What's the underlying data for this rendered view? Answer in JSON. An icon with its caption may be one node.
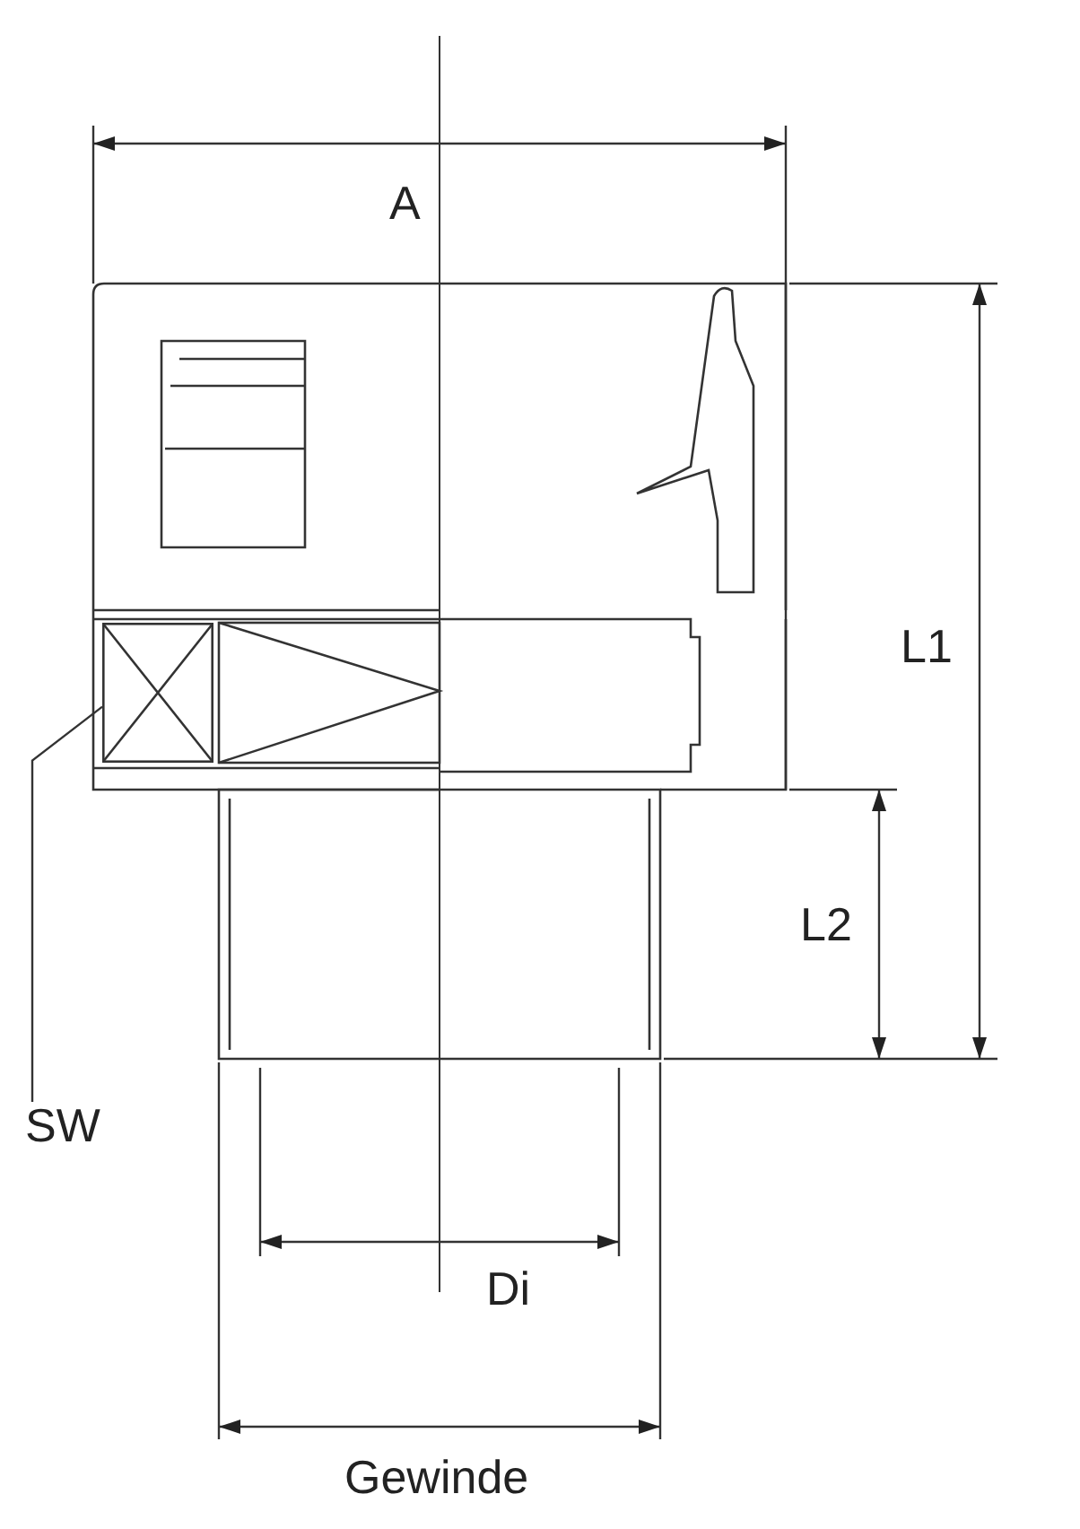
{
  "diagram": {
    "nodes": [
      {
        "text": [
          "SW"
        ]
      },
      {
        "text": [],
        "shape": "box"
      }
    ],
    "edges": [
      {
        "from": 0,
        "to": 1,
        "arrow": "none"
      }
    ],
    "labels": [
      "A",
      "L1",
      "L2",
      "Di",
      "Gewinde"
    ]
  }
}
